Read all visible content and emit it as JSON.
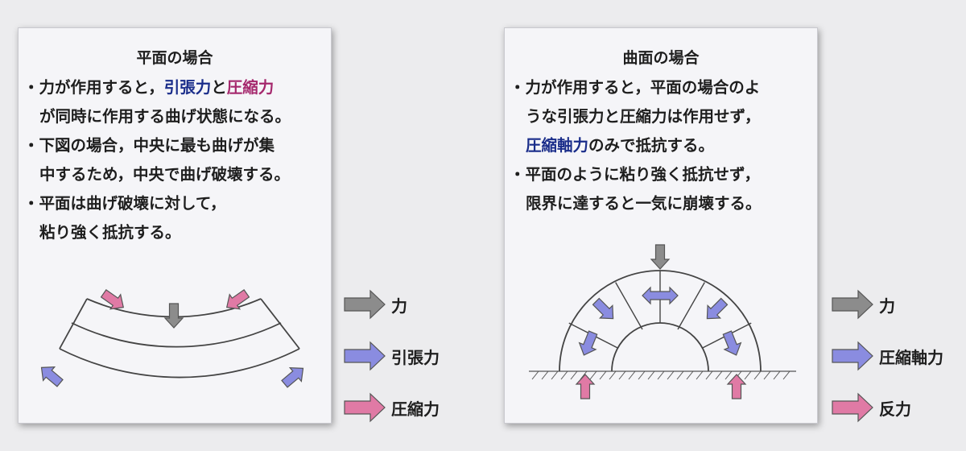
{
  "left_panel": {
    "title": "平面の場合",
    "bullets": [
      {
        "p1": "・力が作用すると，",
        "t1": "引張力",
        "p2": "と",
        "t2": "圧縮力",
        "cont": "が同時に作用する曲げ状態になる。"
      },
      {
        "line1": "・下図の場合，中央に最も曲げが集",
        "cont": "中するため，中央で曲げ破壊する。"
      },
      {
        "line1": "・平面は曲げ破壊に対して，",
        "cont": "粘り強く抵抗する。"
      }
    ]
  },
  "right_panel": {
    "title": "曲面の場合",
    "bullets": [
      {
        "line1": "・力が作用すると，平面の場合のよ",
        "line2": "うな引張力と圧縮力は作用せず，",
        "t1": "圧縮軸力",
        "p3": "のみで抵抗する。"
      },
      {
        "line1": "・平面のように粘り強く抵抗せず，",
        "cont": "限界に達すると一気に崩壊する。"
      }
    ]
  },
  "legend_left": [
    {
      "label": "力",
      "color": "#8c8c8c"
    },
    {
      "label": "引張力",
      "color": "#8a8ce0"
    },
    {
      "label": "圧縮力",
      "color": "#e07aa5"
    }
  ],
  "legend_right": [
    {
      "label": "力",
      "color": "#8c8c8c"
    },
    {
      "label": "圧縮軸力",
      "color": "#8a8ce0"
    },
    {
      "label": "反力",
      "color": "#e07aa5"
    }
  ]
}
